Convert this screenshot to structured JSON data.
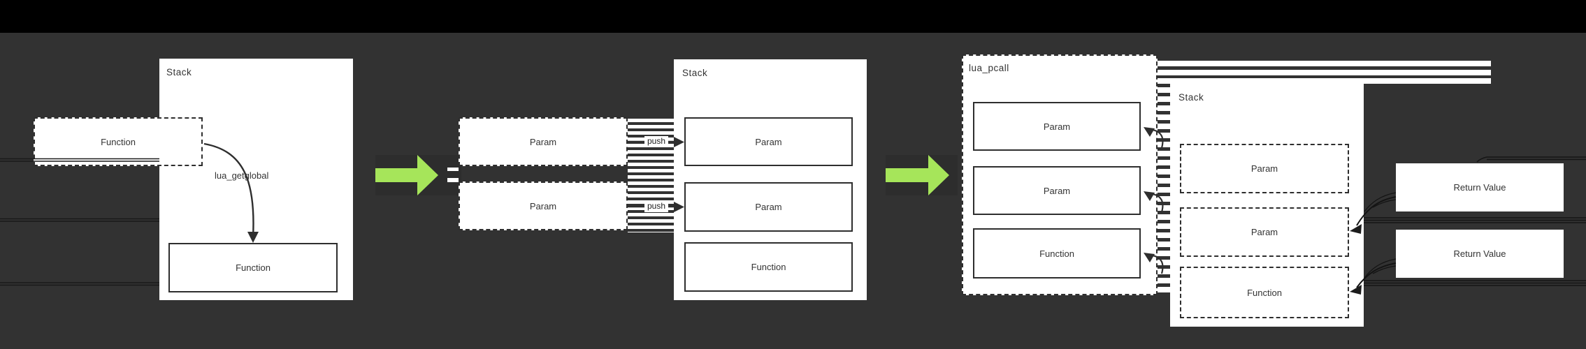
{
  "colors": {
    "background": "#323232",
    "top_bar": "#000000",
    "box_fill": "#ffffff",
    "box_border": "#2e2e2e",
    "green_arrow": "#a6e55a",
    "text": "#333333"
  },
  "s1": {
    "stack_label": "Stack",
    "global_function_label": "Function",
    "call_label": "lua_getglobal",
    "stack_function_label": "Function"
  },
  "s2": {
    "param_outside_1": "Param",
    "param_outside_2": "Param",
    "push_label_1": "push",
    "push_label_2": "push",
    "stack_label": "Stack",
    "stack_param_1": "Param",
    "stack_param_2": "Param",
    "stack_function": "Function"
  },
  "s3": {
    "pcall_label": "lua_pcall",
    "pcall_param_1": "Param",
    "pcall_param_2": "Param",
    "pcall_function": "Function",
    "stack_label": "Stack",
    "stack_param_1": "Param",
    "stack_param_2": "Param",
    "stack_function": "Function",
    "return_value_1": "Return Value",
    "return_value_2": "Return Value"
  }
}
